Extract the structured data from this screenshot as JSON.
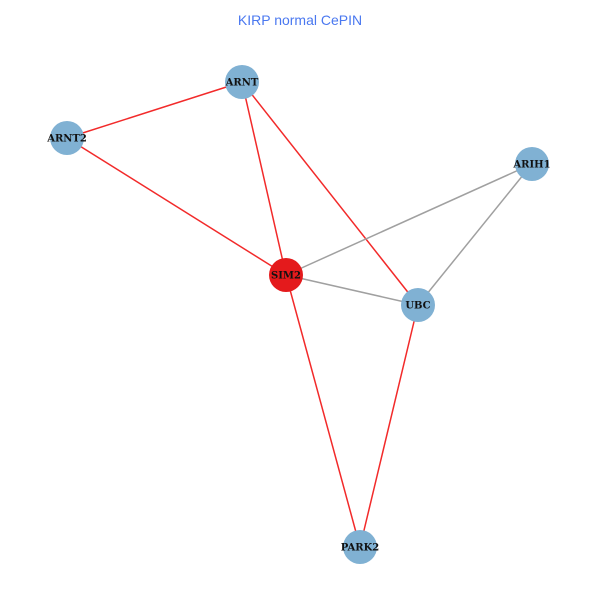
{
  "title": "KIRP normal CePIN",
  "colors": {
    "title": "#4a78f0",
    "node_default": "#80b1d3",
    "node_focus": "#e41a1c",
    "edge_red": "#f22a2a",
    "edge_gray": "#a0a0a0"
  },
  "nodes": [
    {
      "id": "ARNT",
      "label": "ARNT",
      "color": "#80b1d3"
    },
    {
      "id": "ARNT2",
      "label": "ARNT2",
      "color": "#80b1d3"
    },
    {
      "id": "ARIH1",
      "label": "ARIH1",
      "color": "#80b1d3"
    },
    {
      "id": "SIM2",
      "label": "SIM2",
      "color": "#e41a1c"
    },
    {
      "id": "UBC",
      "label": "UBC",
      "color": "#80b1d3"
    },
    {
      "id": "PARK2",
      "label": "PARK2",
      "color": "#80b1d3"
    }
  ],
  "edges": [
    {
      "source": "ARNT",
      "target": "ARNT2",
      "color": "#f22a2a"
    },
    {
      "source": "ARNT",
      "target": "SIM2",
      "color": "#f22a2a"
    },
    {
      "source": "ARNT",
      "target": "UBC",
      "color": "#f22a2a"
    },
    {
      "source": "ARNT2",
      "target": "SIM2",
      "color": "#f22a2a"
    },
    {
      "source": "SIM2",
      "target": "ARIH1",
      "color": "#a0a0a0"
    },
    {
      "source": "ARIH1",
      "target": "UBC",
      "color": "#a0a0a0"
    },
    {
      "source": "SIM2",
      "target": "UBC",
      "color": "#a0a0a0"
    },
    {
      "source": "SIM2",
      "target": "PARK2",
      "color": "#f22a2a"
    },
    {
      "source": "UBC",
      "target": "PARK2",
      "color": "#f22a2a"
    }
  ]
}
